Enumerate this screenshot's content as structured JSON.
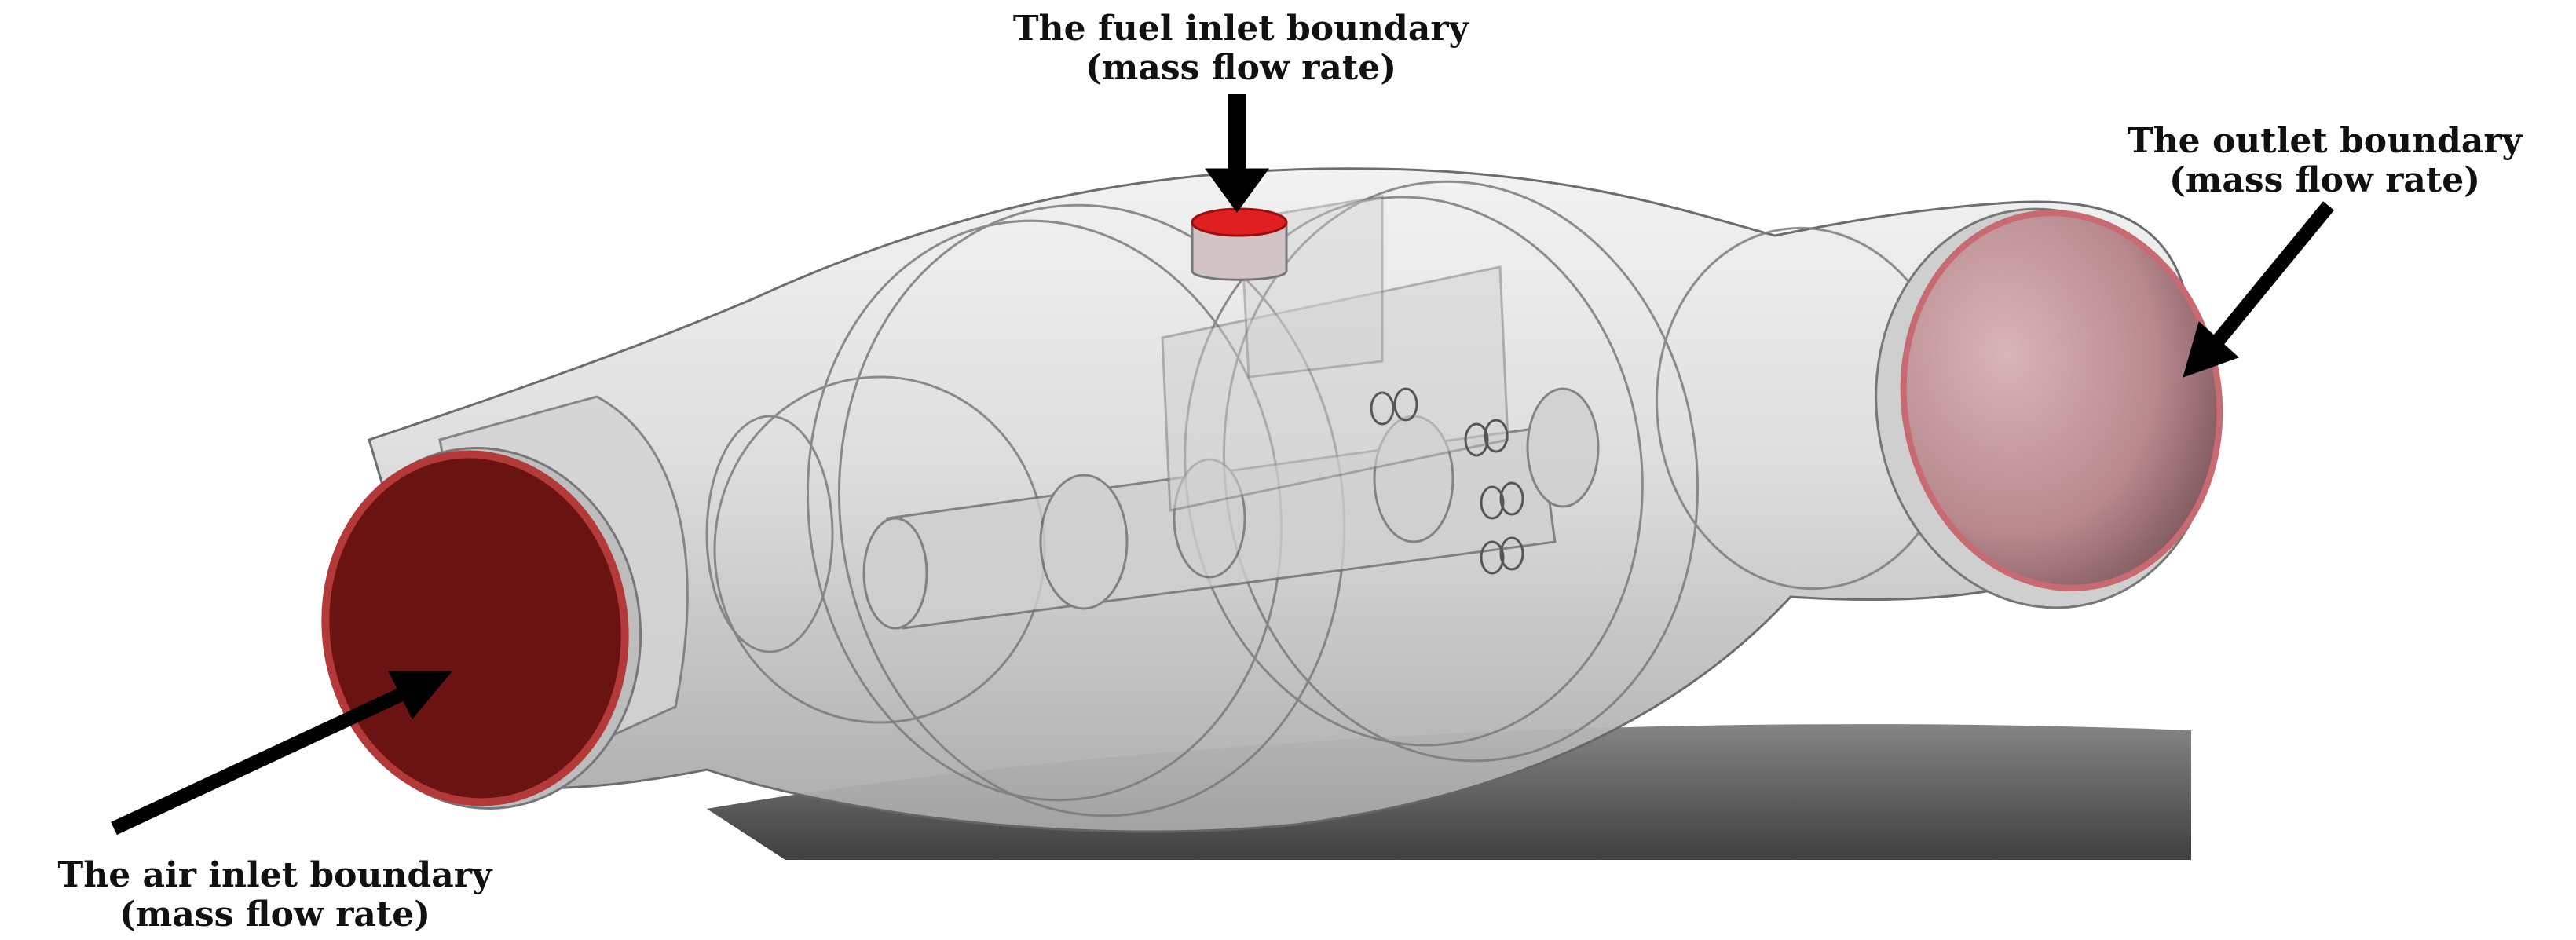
{
  "labels": {
    "fuel_inlet": {
      "line1": "The fuel inlet boundary",
      "line2": "(mass flow rate)"
    },
    "outlet": {
      "line1": "The outlet boundary",
      "line2": "(mass flow rate)"
    },
    "air_inlet": {
      "line1": "The air inlet boundary",
      "line2": "(mass flow rate)"
    }
  },
  "colors": {
    "air_inlet_face": "#6b1212",
    "fuel_inlet_face": "#e02020",
    "outlet_face": "#c89aa0",
    "body_shell": "#d9d9d9",
    "arrow": "#000000"
  }
}
